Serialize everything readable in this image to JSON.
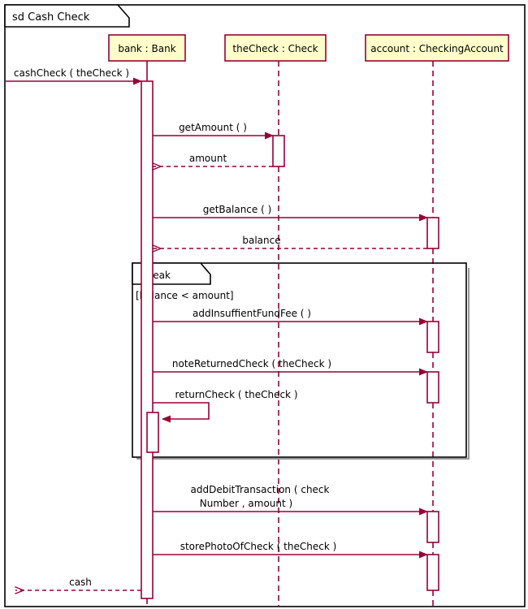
{
  "diagram": {
    "kind": "uml-sequence-diagram",
    "frame_label": "sd Cash Check",
    "colors": {
      "frame_border": "#000000",
      "lifeline_line": "#990033",
      "message_line": "#990033",
      "object_box_fill": "#FFFFCC",
      "object_box_border": "#990033",
      "activation_fill": "#FFFFFF",
      "activation_border": "#990033",
      "fragment_border": "#000000",
      "fragment_shadow": "#999999",
      "text": "#000000",
      "background": "#FFFFFF"
    },
    "lifelines": [
      {
        "id": "bank",
        "label": "bank : Bank"
      },
      {
        "id": "check",
        "label": "theCheck : Check"
      },
      {
        "id": "account",
        "label": "account : CheckingAccount"
      }
    ],
    "fragment": {
      "operator": "break",
      "guard": "[balance < amount]"
    },
    "messages": [
      {
        "id": "m1",
        "label": "cashCheck ( theCheck )",
        "kind": "call",
        "from": "border",
        "to": "bank"
      },
      {
        "id": "m2",
        "label": "getAmount ( )",
        "kind": "call",
        "from": "bank",
        "to": "check"
      },
      {
        "id": "m3",
        "label": "amount",
        "kind": "return",
        "from": "check",
        "to": "bank"
      },
      {
        "id": "m4",
        "label": "getBalance ( )",
        "kind": "call",
        "from": "bank",
        "to": "account"
      },
      {
        "id": "m5",
        "label": "balance",
        "kind": "return",
        "from": "account",
        "to": "bank"
      },
      {
        "id": "m6",
        "label": "addInsuffientFundFee ( )",
        "kind": "call",
        "from": "bank",
        "to": "account"
      },
      {
        "id": "m7",
        "label": "noteReturnedCheck ( theCheck )",
        "kind": "call",
        "from": "bank",
        "to": "account"
      },
      {
        "id": "m8",
        "label": "returnCheck ( theCheck )",
        "kind": "self",
        "from": "bank",
        "to": "bank"
      },
      {
        "id": "m9",
        "label_line1": "addDebitTransaction ( check",
        "label_line2": "Number , amount )",
        "kind": "call",
        "from": "bank",
        "to": "account"
      },
      {
        "id": "m10",
        "label": "storePhotoOfCheck ( theCheck )",
        "kind": "call",
        "from": "bank",
        "to": "account"
      },
      {
        "id": "m11",
        "label": "cash",
        "kind": "return",
        "from": "bank",
        "to": "border"
      }
    ]
  }
}
